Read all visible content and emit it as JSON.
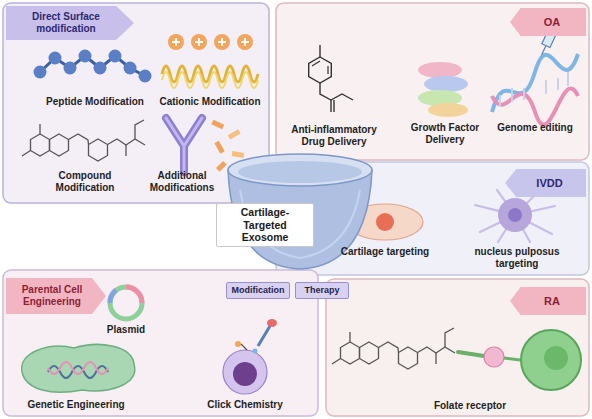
{
  "diagram": {
    "nodes": [
      {
        "text": [
          "Direct Surface modification"
        ]
      },
      {
        "text": [
          "OA"
        ]
      },
      {
        "text": [
          "IVDD"
        ]
      },
      {
        "text": [
          "RA"
        ]
      },
      {
        "text": [
          "Parental Cell Engineering"
        ]
      },
      {
        "text": [
          "Cartilage-Targeted Exosome"
        ]
      },
      {
        "text": [
          "Modification"
        ]
      },
      {
        "text": [
          "Therapy"
        ]
      }
    ],
    "labels": [
      "Peptide Modification",
      "Cationic Modification",
      "Compound Modification",
      "Additional Modifications",
      "Anti-inflammatory Drug Delivery",
      "Growth Factor Delivery",
      "Genome editing",
      "Cartilage targeting",
      "nucleus pulposus targeting",
      "Folate receptor",
      "Plasmid",
      "Genetic Engineering",
      "Click Chemistry"
    ]
  }
}
